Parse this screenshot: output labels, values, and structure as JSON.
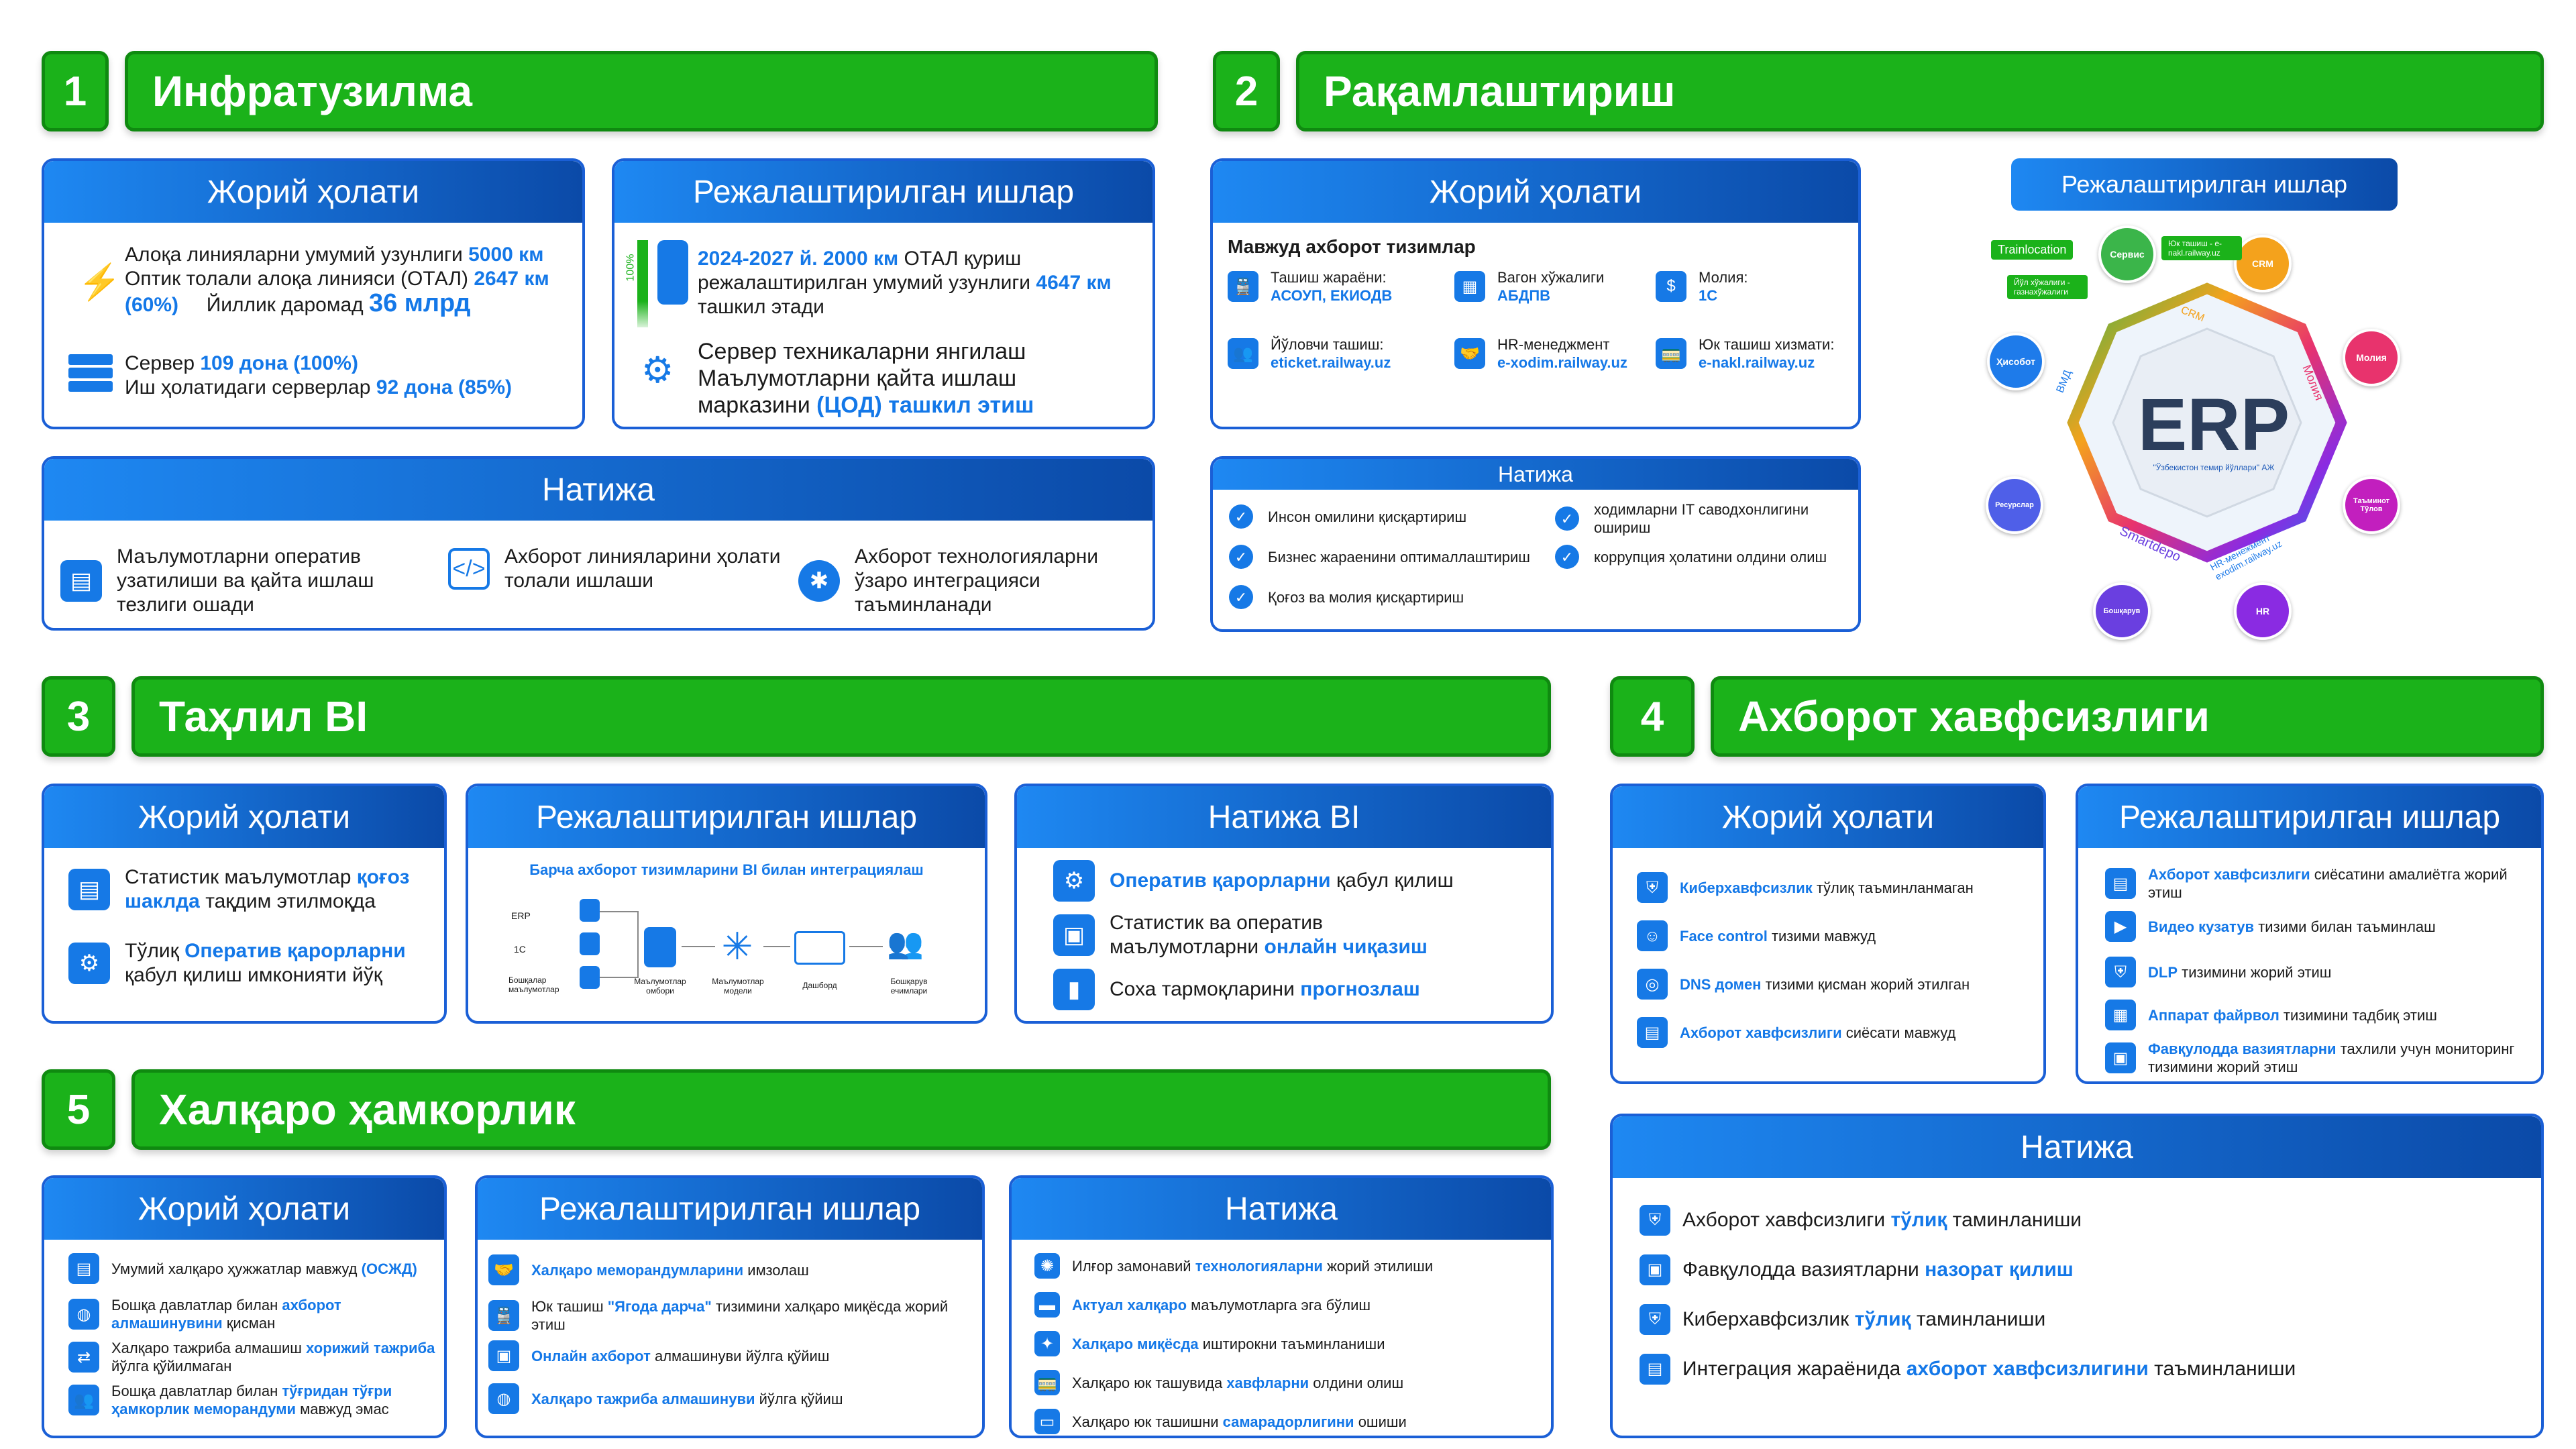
{
  "s1": {
    "num": "1",
    "title": "Инфратузилма",
    "cur": {
      "title": "Жорий ҳолати",
      "l1a": "Алоқа линияларни умумий узунлиги ",
      "l1b": "5000 км",
      "l2a": "Оптик толали алоқа линияси (ОТАЛ) ",
      "l2b": "2647 км",
      "l3a": "(60%)",
      "l3b": "Йиллик даромад ",
      "l3c": "36 млрд",
      "l4a": "Сервер ",
      "l4b": "109 дона (100%)",
      "l5a": "Иш ҳолатидаги серверлар ",
      "l5b": "92 дона (85%)"
    },
    "plan": {
      "title": "Режалаштирилган ишлар",
      "bar": "100%",
      "p1a": "2024-2027 й. 2000 км",
      "p1b": " ОТАЛ қуриш",
      "p1c": "режалаштирилган умумий узунлиги ",
      "p1d": "4647 км",
      "p1e": "ташкил этади",
      "p2a": "Сервер техникаларни янгилаш",
      "p2b": "Маълумотларни қайта ишлаш",
      "p2c": "марказини ",
      "p2d": "(ЦОД) ташкил этиш"
    },
    "res": {
      "title": "Натижа",
      "r1": "Маълумотларни оператив узатилиши ва қайта ишлаш тезлиги ошади",
      "r2": "Ахборот линияларини ҳолати толали ишлаши",
      "r3": "Ахборот технологияларни ўзаро интеграцияси таъминланади"
    }
  },
  "s2": {
    "num": "2",
    "title": "Рақамлаштириш",
    "cur": {
      "title": "Жорий ҳолати",
      "sub": "Мавжуд ахборот тизимлар",
      "items": [
        {
          "l": "Ташиш жараёни:",
          "v": "АСОУП, ЕКИОДВ"
        },
        {
          "l": "Вагон хўжалиги",
          "v": "АБДПВ"
        },
        {
          "l": "Молия:",
          "v": "1С"
        },
        {
          "l": "Йўловчи ташиш:",
          "v": "eticket.railway.uz"
        },
        {
          "l": "HR-менеджмент",
          "v": "e-xodim.railway.uz"
        },
        {
          "l": "Юк ташиш хизмати:",
          "v": "e-nakl.railway.uz"
        }
      ]
    },
    "res": {
      "title": "Натижа",
      "c1": "Инсон омилини қисқартириш",
      "c2": "ходимларни IT саводхонлигини ошириш",
      "c3": "Бизнес жараенини оптималлаштириш",
      "c4": "коррупция ҳолатини олдини олиш",
      "c5": "Қоғоз ва молия қисқартириш"
    },
    "erp": {
      "title": "Режалаштирилган ишлар",
      "center": "ERP",
      "company": "\"Ўзбекистон темир йўллари\" АЖ",
      "nodes": [
        "Сервис",
        "CRM",
        "Молия",
        "Таъминот Тўлов",
        "HR",
        "Бошқарув",
        "Ресурслар",
        "Ҳисобот"
      ],
      "pills": [
        "Trainlocation",
        "Юк ташиш - e-nakl.railway.uz",
        "Йўл хўжалиги - газнахўжалиги"
      ],
      "seg": [
        "CRM",
        "Молия",
        "Smartdepo",
        "ВМД",
        "HR-менежмент exodim.railway.uz"
      ]
    }
  },
  "s3": {
    "num": "3",
    "title": "Таҳлил BI",
    "cur": {
      "title": "Жорий ҳолати",
      "a1": "Статистик маълумотлар ",
      "a2": "қоғоз шаклда",
      "a3": " тақдим этилмоқда",
      "b1": "Тўлиқ ",
      "b2": "Оператив қарорларни",
      "b3": "қабул қилиш имконияти йўқ"
    },
    "plan": {
      "title": "Режалаштирилган ишлар",
      "sub": "Барча ахборот тизимларини BI билан интеграциялаш",
      "n": [
        "ERP",
        "1C",
        "Бошқалар маълумотлар",
        "Маълумотлар омбори",
        "Маълумотлар модели",
        "Дашборд",
        "Бошқарув ечимлари"
      ]
    },
    "res": {
      "title": "Натижа  BI",
      "r1a": "Оператив қарорларни",
      "r1b": " қабул қилиш",
      "r2a": "Статистик ва оператив",
      "r2b": "маълумотларни ",
      "r2c": "онлайн чиқазиш",
      "r3a": "Соха тармоқларини ",
      "r3b": "прогнозлаш"
    }
  },
  "s4": {
    "num": "4",
    "title": "Ахборот хавфсизлиги",
    "cur": {
      "title": "Жорий ҳолати",
      "items": [
        {
          "b": "Киберхавфсизлик",
          "t": " тўлиқ таъминланмаган"
        },
        {
          "b": "Face control",
          "t": " тизими мавжуд"
        },
        {
          "b": "DNS домен",
          "t": " тизими қисман жорий этилган"
        },
        {
          "b": "Ахборот хавфсизлиги",
          "t": " сиёсати мавжуд"
        }
      ]
    },
    "plan": {
      "title": "Режалаштирилган ишлар",
      "items": [
        {
          "b": "Ахборот хавфсизлиги",
          "t": " сиёсатини амалиётга жорий этиш"
        },
        {
          "b": "Видео кузатув",
          "t": " тизими билан таъминлаш"
        },
        {
          "b": "DLP",
          "t": " тизимини жорий этиш"
        },
        {
          "b": "Аппарат файрвол",
          "t": " тизимини тадбиқ этиш"
        },
        {
          "b": "Фавқулодда вазиятларни",
          "t": " тахлили учун мониторинг тизимини жорий этиш"
        }
      ]
    },
    "res": {
      "title": "Натижа",
      "items": [
        {
          "a": "Ахборот хавфсизлиги ",
          "b": "тўлиқ",
          "c": " таминланиши"
        },
        {
          "a": "Фавқулодда вазиятларни ",
          "b": "назорат қилиш",
          "c": ""
        },
        {
          "a": "Киберхавфсизлик ",
          "b": "тўлиқ",
          "c": " таминланиши"
        },
        {
          "a": "Интеграция жараёнида ",
          "b": "ахборот хавфсизлигини",
          "c": " таъминланиши"
        }
      ]
    }
  },
  "s5": {
    "num": "5",
    "title": "Халқаро ҳамкорлик",
    "cur": {
      "title": "Жорий ҳолати",
      "items": [
        {
          "a": "Умумий халқаро ҳужжатлар мавжуд ",
          "b": "(ОСЖД)",
          "c": ""
        },
        {
          "a": "Бошқа давлатлар билан ",
          "b": "ахборот алмашинувини",
          "c": " қисман"
        },
        {
          "a": "Халқаро тажриба алмашиш ",
          "b": "хорижий тажриба",
          "c": " йўлга қўйилмаган"
        },
        {
          "a": "Бошқа давлатлар билан ",
          "b": "тўғридан тўғри ҳамкорлик меморандуми",
          "c": " мавжуд эмас"
        }
      ]
    },
    "plan": {
      "title": "Режалаштирилган ишлар",
      "items": [
        {
          "a": "",
          "b": "Халқаро меморандумларини",
          "c": " имзолаш"
        },
        {
          "a": "Юк ташиш ",
          "b": "\"Ягода дарча\"",
          "c": " тизимини халқаро миқёсда жорий этиш"
        },
        {
          "a": "",
          "b": "Онлайн ахборот",
          "c": " алмашинуви йўлга қўйиш"
        },
        {
          "a": "",
          "b": "Халқаро тажриба алмашинуви",
          "c": " йўлга қўйиш"
        }
      ]
    },
    "res": {
      "title": "Натижа",
      "items": [
        {
          "a": "Илғор замонавий ",
          "b": "технологияларни",
          "c": " жорий этилиши"
        },
        {
          "a": "",
          "b": "Актуал халқаро",
          "c": " маълумотларга эга бўлиш"
        },
        {
          "a": "",
          "b": "Халқаро миқёсда",
          "c": " иштирокни таъминланиши"
        },
        {
          "a": "Халқаро юк ташувида ",
          "b": "хавфларни",
          "c": " олдини олиш"
        },
        {
          "a": "Халқаро юк ташишни ",
          "b": "самарадорлигини",
          "c": " ошиши"
        }
      ]
    }
  }
}
